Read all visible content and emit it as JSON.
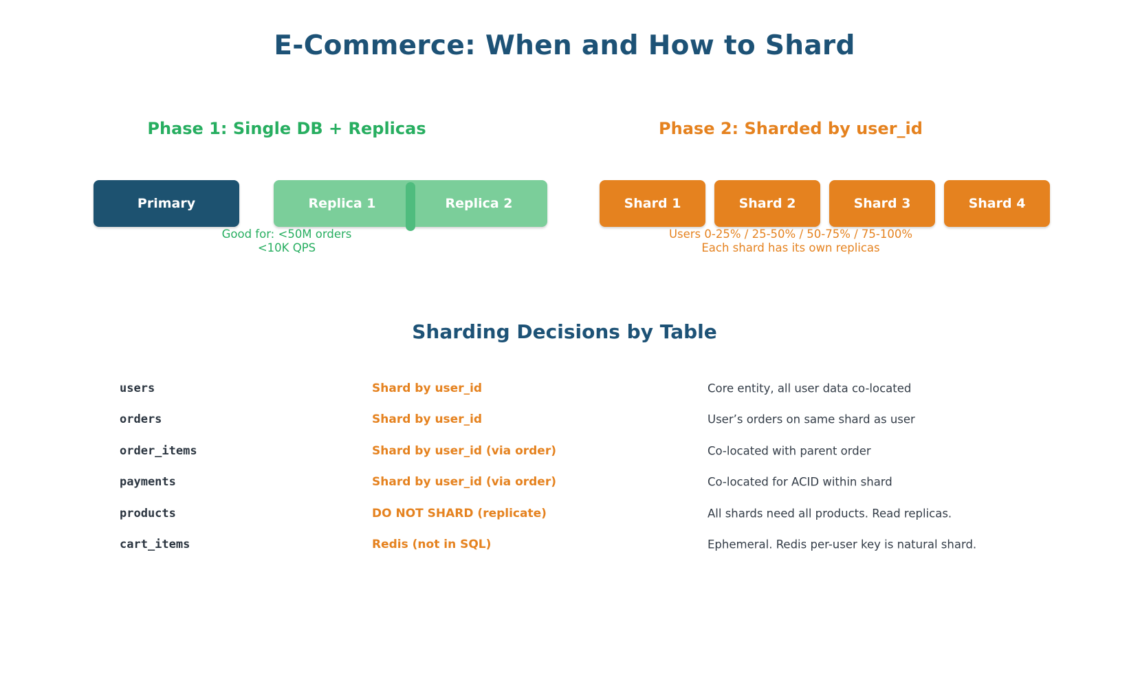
{
  "page": {
    "title": "E-Commerce: When and How to Shard"
  },
  "colors": {
    "dark_blue": "#1d5276",
    "green": "#27ae60",
    "light_green": "#7bce9a",
    "divider_green": "#4fbc7e",
    "orange": "#e5821f",
    "text_dark": "#2b3540"
  },
  "phase1": {
    "heading": "Phase 1: Single DB + Replicas",
    "primary_label": "Primary",
    "replicas": [
      {
        "label": "Replica 1"
      },
      {
        "label": "Replica 2"
      }
    ],
    "note_line1": "Good for: <50M orders",
    "note_line2": "<10K QPS"
  },
  "phase2": {
    "heading": "Phase 2: Sharded by user_id",
    "shards": [
      {
        "label": "Shard 1"
      },
      {
        "label": "Shard 2"
      },
      {
        "label": "Shard 3"
      },
      {
        "label": "Shard 4"
      }
    ],
    "note_line1": "Users 0-25% / 25-50% / 50-75% / 75-100%",
    "note_line2": "Each shard has its own replicas"
  },
  "table": {
    "heading": "Sharding Decisions by Table",
    "rows": [
      {
        "name": "users",
        "strategy": "Shard by user_id",
        "description": "Core entity, all user data co-located"
      },
      {
        "name": "orders",
        "strategy": "Shard by user_id",
        "description": "User’s orders on same shard as user"
      },
      {
        "name": "order_items",
        "strategy": "Shard by user_id (via order)",
        "description": "Co-located with parent order"
      },
      {
        "name": "payments",
        "strategy": "Shard by user_id (via order)",
        "description": "Co-located for ACID within shard"
      },
      {
        "name": "products",
        "strategy": "DO NOT SHARD (replicate)",
        "description": "All shards need all products. Read replicas."
      },
      {
        "name": "cart_items",
        "strategy": "Redis (not in SQL)",
        "description": "Ephemeral. Redis per-user key is natural shard."
      }
    ]
  }
}
